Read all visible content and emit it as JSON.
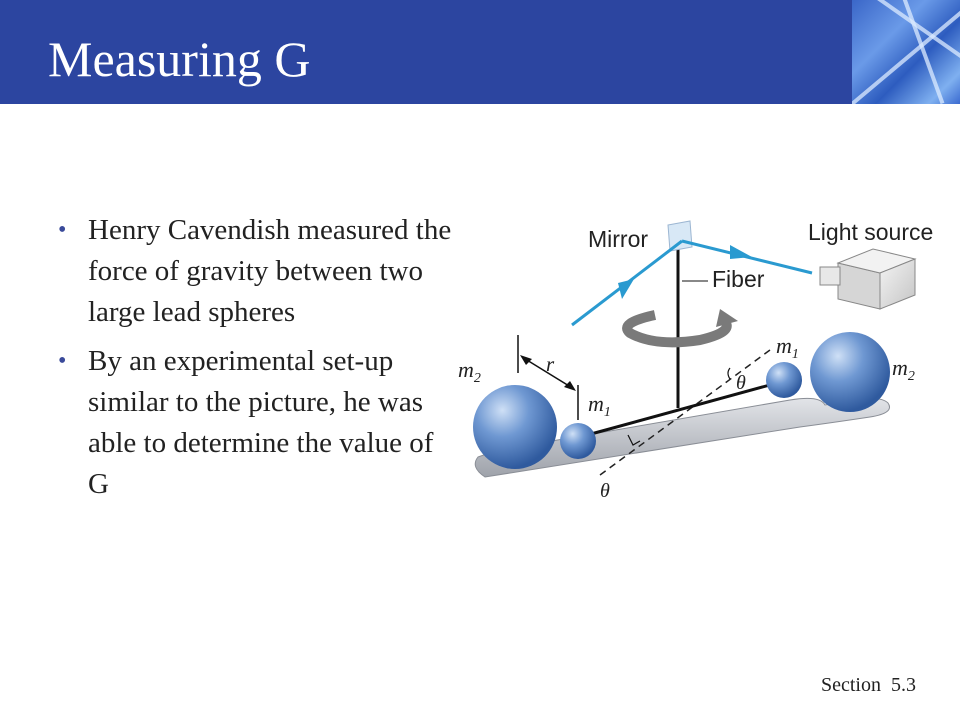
{
  "slide": {
    "title": "Measuring G",
    "bullets": [
      "Henry Cavendish measured the force of gravity between two large lead spheres",
      "By an experimental set-up similar to the picture, he was able to determine the value of G"
    ],
    "footer": {
      "section_label": "Section",
      "section_number": "5.3"
    }
  },
  "figure": {
    "labels": {
      "mirror": "Mirror",
      "light_source": "Light source",
      "fiber": "Fiber",
      "r": "r",
      "theta": "θ",
      "m": "m",
      "sub1": "1",
      "sub2": "2"
    },
    "colors": {
      "header": "#2c45a0",
      "sphere": "#4f7fc4",
      "beam": "#2a9ad0",
      "base": "#b8bcc4"
    }
  }
}
